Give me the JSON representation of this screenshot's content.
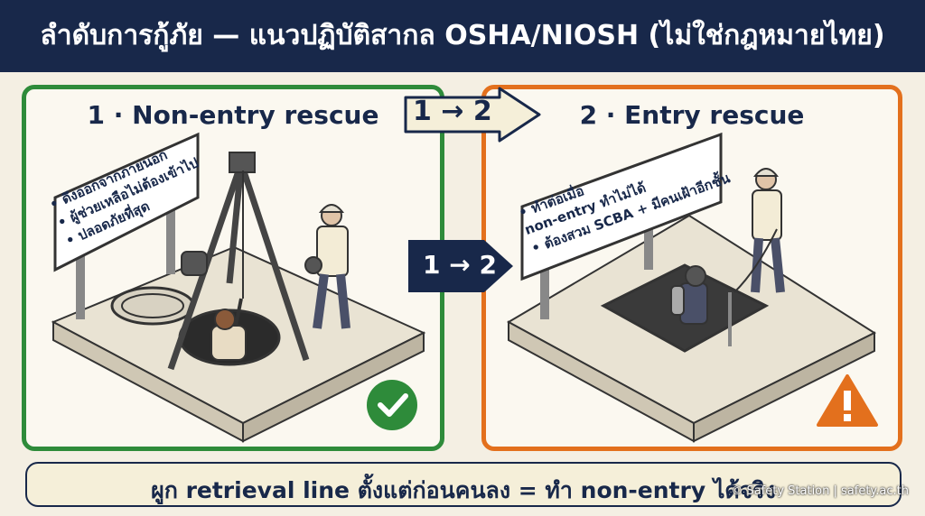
{
  "banner": {
    "title": "ลำดับการกู้ภัย — แนวปฏิบัติสากล OSHA/NIOSH (ไม่ใช่กฎหมายไทย)"
  },
  "panel_left": {
    "title": "1 · Non-entry rescue",
    "sign_lines": [
      "• ดึงออกจากภายนอก",
      "• ผู้ช่วยเหลือไม่ต้องเข้าไป",
      "• ปลอดภัยที่สุด"
    ],
    "status_icon": "check-circle-icon"
  },
  "panel_right": {
    "title": "2 · Entry rescue",
    "sign_lines": [
      "• ทำต่อเมื่อ",
      "  non-entry ทำไม่ได้",
      "• ต้องสวม SCBA + มีคนเฝ้าอีกชั้น"
    ],
    "status_icon": "warning-triangle-icon"
  },
  "sequence": {
    "top_label": "1 → 2",
    "mid_label": "1 → 2"
  },
  "footer": {
    "text": "ผูก retrieval line ตั้งแต่ก่อนคนลง = ทำ non-entry ได้จริง"
  },
  "credit": "© Safety Station | safety.ac.th",
  "colors": {
    "navy": "#18284a",
    "green": "#2e8b3a",
    "orange": "#e3701d",
    "cream": "#f4efe3"
  }
}
